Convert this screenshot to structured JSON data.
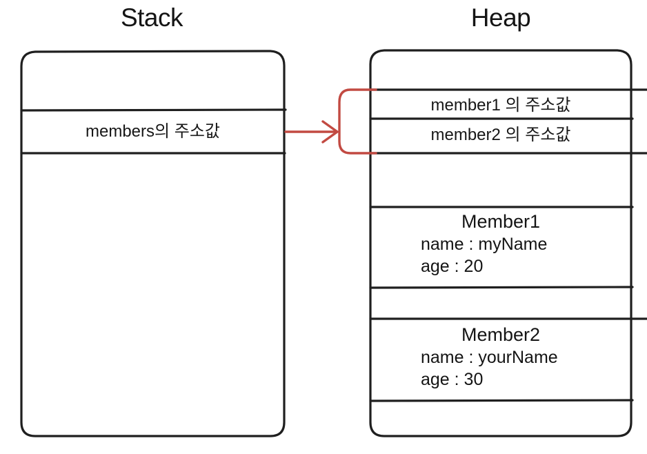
{
  "diagram": {
    "title_stack": "Stack",
    "title_heap": "Heap",
    "accent_color": "#c24a42",
    "line_color": "#1f1f1f",
    "background": "#ffffff"
  },
  "stack": {
    "label": "Stack",
    "cells": [
      {
        "name": "empty-top",
        "text": ""
      },
      {
        "name": "members-reference",
        "text": "members의 주소값"
      },
      {
        "name": "empty-bottom",
        "text": ""
      }
    ],
    "reference_cell_text": "members의 주소값"
  },
  "heap": {
    "label": "Heap",
    "array_cells": [
      {
        "name": "member1-reference",
        "text": "member1 의 주소값"
      },
      {
        "name": "member2-reference",
        "text": "member2 의 주소값"
      }
    ],
    "objects": [
      {
        "name": "Member1",
        "fields": [
          "name : myName",
          "age : 20"
        ]
      },
      {
        "name": "Member2",
        "fields": [
          "name : yourName",
          "age : 30"
        ]
      }
    ]
  },
  "arrow": {
    "name": "members-to-array-arrow",
    "description": "red arrow from stack reference cell to heap array block",
    "color": "#c24a42",
    "head": "open-chevron-right",
    "bracket": "rounded-left-brace"
  }
}
